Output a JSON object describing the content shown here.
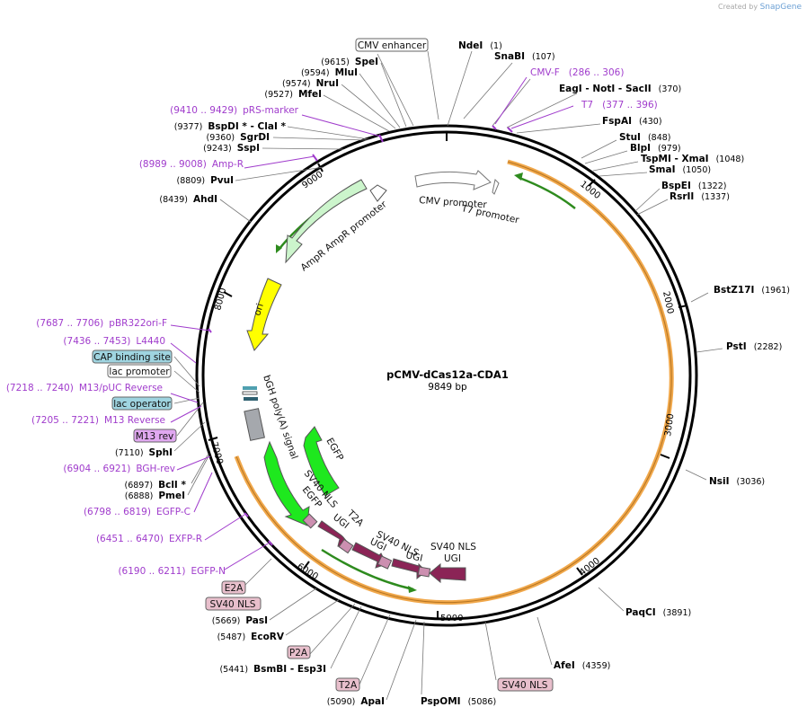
{
  "brand": {
    "created_by": "Created by",
    "app": "SnapGene"
  },
  "plasmid": {
    "name": "pCMV-dCas12a-CDA1",
    "size": "9849 bp"
  },
  "ticks": [
    "1000",
    "2000",
    "3000",
    "4000",
    "5000",
    "6000",
    "7000",
    "8000",
    "9000"
  ],
  "sites_right": [
    {
      "name": "NdeI",
      "pos": "(1)"
    },
    {
      "name": "SnaBI",
      "pos": "(107)"
    },
    {
      "name": "EagI - NotI - SacII",
      "pos": "(370)"
    },
    {
      "name": "FspAI",
      "pos": "(430)"
    },
    {
      "name": "StuI",
      "pos": "(848)"
    },
    {
      "name": "BlpI",
      "pos": "(979)"
    },
    {
      "name": "TspMI - XmaI",
      "pos": "(1048)"
    },
    {
      "name": "SmaI",
      "pos": "(1050)"
    },
    {
      "name": "BspEI",
      "pos": "(1322)"
    },
    {
      "name": "RsrII",
      "pos": "(1337)"
    },
    {
      "name": "BstZ17I",
      "pos": "(1961)"
    },
    {
      "name": "PstI",
      "pos": "(2282)"
    },
    {
      "name": "NsiI",
      "pos": "(3036)"
    },
    {
      "name": "PaqCI",
      "pos": "(3891)"
    },
    {
      "name": "AfeI",
      "pos": "(4359)"
    }
  ],
  "sites_left": [
    {
      "name": "SpeI",
      "pos": "(9615)"
    },
    {
      "name": "MluI",
      "pos": "(9594)"
    },
    {
      "name": "NruI",
      "pos": "(9574)"
    },
    {
      "name": "MfeI",
      "pos": "(9527)"
    },
    {
      "name": "BspDI * - ClaI *",
      "pos": "(9377)"
    },
    {
      "name": "SgrDI",
      "pos": "(9360)"
    },
    {
      "name": "SspI",
      "pos": "(9243)"
    },
    {
      "name": "PvuI",
      "pos": "(8809)"
    },
    {
      "name": "AhdI",
      "pos": "(8439)"
    },
    {
      "name": "SphI",
      "pos": "(7110)"
    },
    {
      "name": "BclI *",
      "pos": "(6897)"
    },
    {
      "name": "PmeI",
      "pos": "(6888)"
    },
    {
      "name": "PasI",
      "pos": "(5669)"
    },
    {
      "name": "EcoRV",
      "pos": "(5487)"
    },
    {
      "name": "BsmBI - Esp3I",
      "pos": "(5441)"
    },
    {
      "name": "ApaI",
      "pos": "(5090)"
    },
    {
      "name": "PspOMI",
      "pos": "(5086)"
    }
  ],
  "primers": [
    {
      "name": "CMV-F",
      "pos": "(286 .. 306)"
    },
    {
      "name": "T7",
      "pos": "(377 .. 396)"
    },
    {
      "name": "pRS-marker",
      "pos": "(9410 .. 9429)"
    },
    {
      "name": "Amp-R",
      "pos": "(8989 .. 9008)"
    },
    {
      "name": "pBR322ori-F",
      "pos": "(7687 .. 7706)"
    },
    {
      "name": "L4440",
      "pos": "(7436 .. 7453)"
    },
    {
      "name": "M13/pUC Reverse",
      "pos": "(7218 .. 7240)"
    },
    {
      "name": "M13 Reverse",
      "pos": "(7205 .. 7221)"
    },
    {
      "name": "BGH-rev",
      "pos": "(6904 .. 6921)"
    },
    {
      "name": "EGFP-C",
      "pos": "(6798 .. 6819)"
    },
    {
      "name": "EXFP-R",
      "pos": "(6451 .. 6470)"
    },
    {
      "name": "EGFP-N",
      "pos": "(6190 .. 6211)"
    }
  ],
  "boxes": [
    "CMV enhancer",
    "CAP binding site",
    "lac promoter",
    "lac operator",
    "M13 rev",
    "E2A",
    "SV40 NLS",
    "P2A",
    "T2A",
    "SV40 NLS"
  ],
  "features": {
    "cmv_promoter": "CMV promoter",
    "t7_promoter": "T7 promoter",
    "ampr_promoter": "AmpR promoter",
    "ampr": "AmpR",
    "ori": "ori",
    "bgh": "bGH poly(A) signal",
    "egfp": "EGFP",
    "sv40_nls": "SV40 NLS",
    "t2a": "T2A",
    "ugi": "UGI"
  },
  "colors": {
    "backbone": "#000000",
    "orange_arc": "#f1a84b",
    "green_arc": "#2e8b1e",
    "ampr": "#ccf5cc",
    "ori": "#ffff00",
    "egfp": "#1ee81e",
    "ugi": "#8b2456",
    "nls": "#cc8fb0",
    "box_blue": "#9fd4e0",
    "box_pink": "#e8bfcc",
    "box_purple": "#e0a8f0",
    "primer": "#a03ccc"
  }
}
